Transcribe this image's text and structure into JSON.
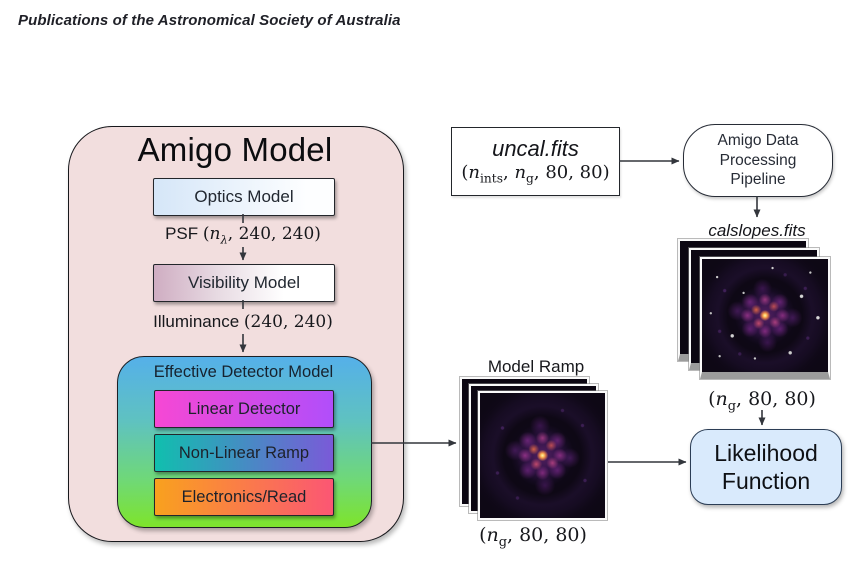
{
  "journal_header": "Publications of the Astronomical Society of Australia",
  "amigo": {
    "title": "Amigo Model",
    "optics_label": "Optics Model",
    "psf_label": {
      "name": "PSF ",
      "open": "(",
      "var": "n",
      "sub": "λ",
      "rest": ", 240, 240)"
    },
    "visibility_label": "Visibility Model",
    "illuminance_label": {
      "name": "Illuminance ",
      "dims": "(240, 240)"
    },
    "detector": {
      "title": "Effective Detector Model",
      "layers": [
        "Linear Detector",
        "Non-Linear Ramp",
        "Electronics/Read"
      ]
    }
  },
  "uncal": {
    "title": "uncal.fits",
    "dims": {
      "open": "(",
      "var1": "n",
      "sub1": "ints",
      "sep": ", ",
      "var2": "n",
      "sub2": "g",
      "rest": ", 80, 80)"
    }
  },
  "pipeline": {
    "lines": [
      "Amigo Data",
      "Processing",
      "Pipeline"
    ]
  },
  "calslopes": {
    "title": "calslopes.fits",
    "dims": {
      "open": "(",
      "var": "n",
      "sub": "g",
      "rest": ", 80, 80)"
    }
  },
  "model_ramp": {
    "title": "Model Ramp",
    "dims": {
      "open": "(",
      "var": "n",
      "sub": "g",
      "rest": ", 80, 80)"
    }
  },
  "likelihood": {
    "lines": [
      "Likelihood",
      "Function"
    ]
  },
  "colors": {
    "container-pink": "#f2dede",
    "optics-left": "#d5e6f8",
    "visibility-left": "#cfadc2",
    "detector-top": "#55b0e9",
    "detector-bottom": "#7ee42b",
    "linear-left": "#f648d4",
    "linear-right": "#b14efa",
    "ramp-left": "#10bfae",
    "ramp-right": "#7a5ad8",
    "electronics-left": "#f9a11e",
    "electronics-right": "#fb5674",
    "likelihood-bg": "#d9eafc",
    "likelihood-border": "#2b3d55",
    "arrow": "#33363c"
  }
}
